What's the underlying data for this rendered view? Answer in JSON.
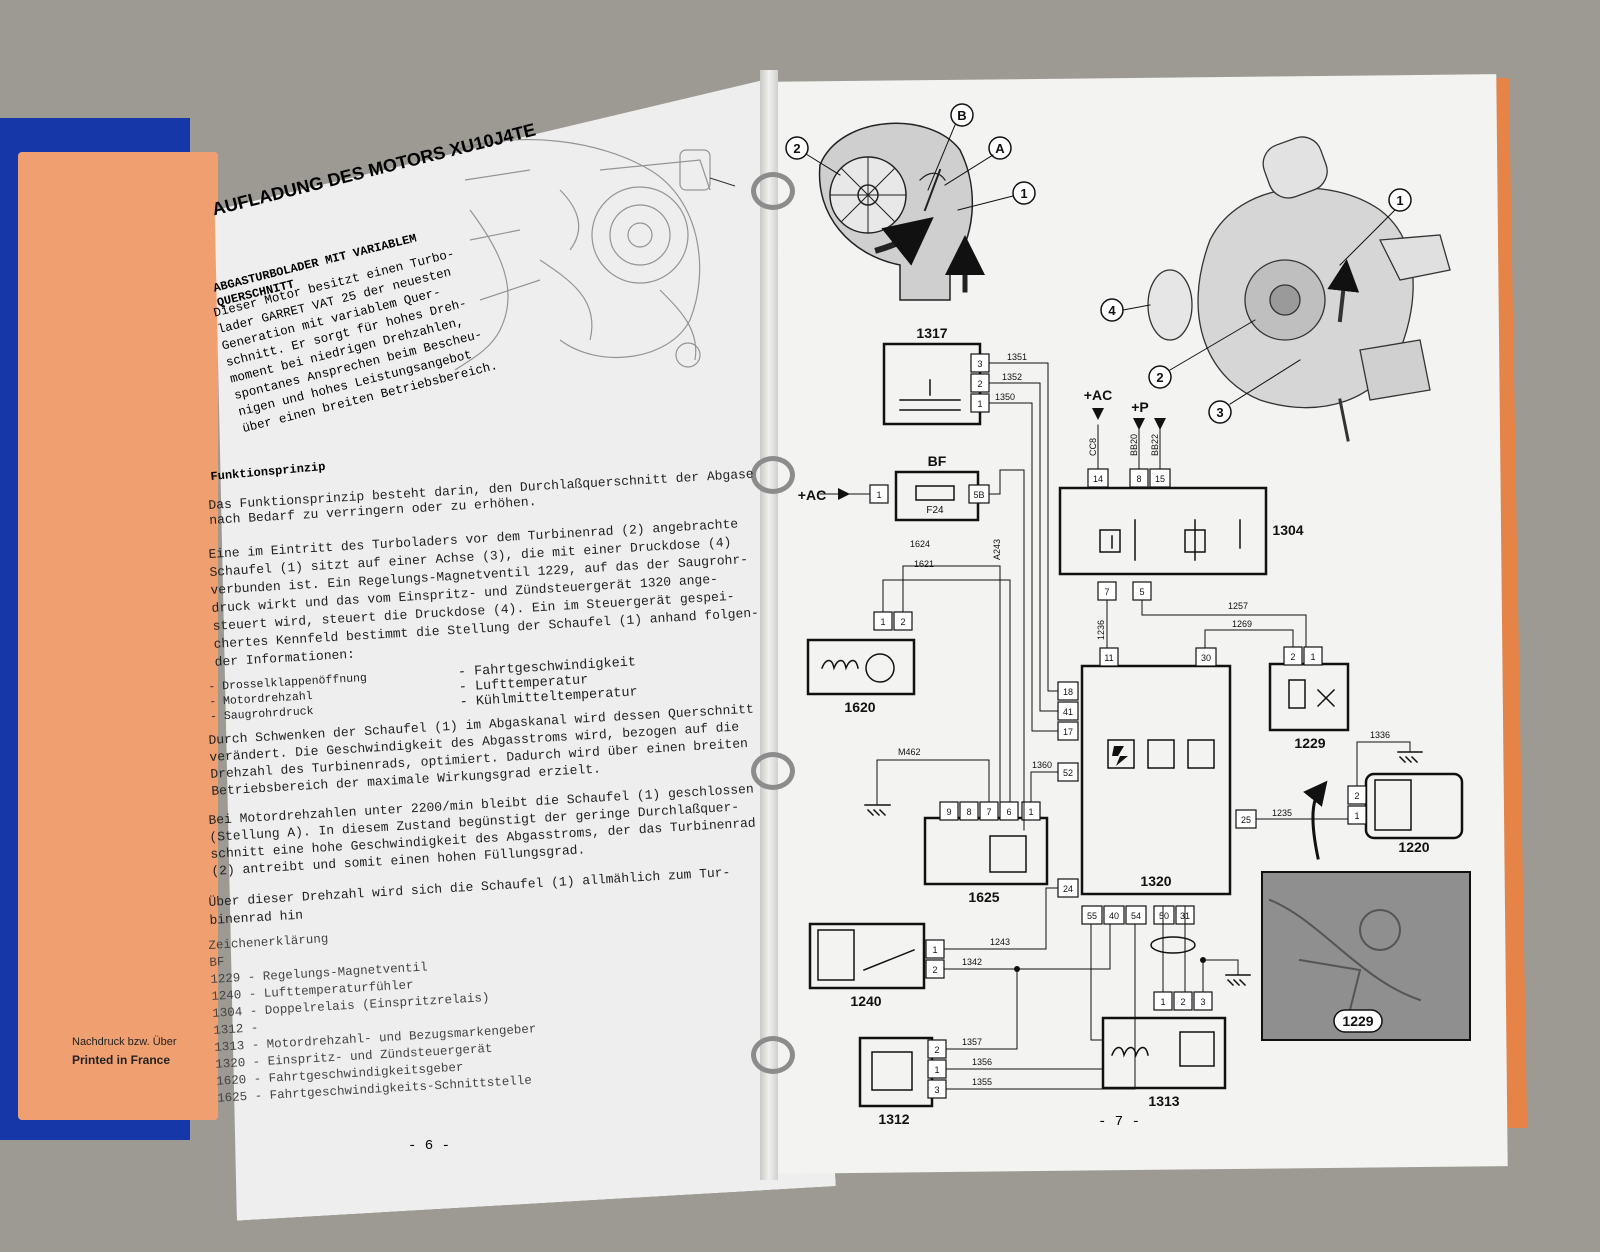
{
  "cover": {
    "line1": "Nachdruck bzw. Über",
    "line2": "Printed in France"
  },
  "left_page": {
    "title": "AUFLADUNG DES MOTORS XU10J4TE",
    "section1_heading": [
      "ABGASTURBOLADER MIT VARIABLEM",
      "QUERSCHNITT"
    ],
    "intro_lines": [
      "Dieser Motor besitzt einen Turbo-",
      "lader GARRET VAT 25 der neuesten",
      "Generation mit variablem Quer-",
      "schnitt. Er sorgt für hohes Dreh-",
      "moment bei niedrigen Drehzahlen,",
      "spontanes Ansprechen beim Bescheu-",
      "nigen und hohes Leistungsangebot",
      "über einen breiten Betriebsbereich."
    ],
    "section2_heading": "Funktionsprinzip",
    "para1": [
      "Das Funktionsprinzip besteht darin, den Durchlaßquerschnitt der Abgase",
      "nach Bedarf zu verringern oder zu erhöhen."
    ],
    "para2": [
      "Eine im Eintritt des Turboladers vor dem Turbinenrad (2) angebrachte",
      "Schaufel (1) sitzt auf einer Achse (3), die mit einer Druckdose (4)",
      "verbunden ist. Ein Regelungs-Magnetventil 1229, auf das der Saugrohr-",
      "druck wirkt und das vom Einspritz- und Zündsteuergerät 1320 ange-",
      "steuert wird, steuert die Druckdose (4). Ein im Steuergerät gespei-",
      "chertes Kennfeld bestimmt die Stellung der Schaufel (1) anhand folgen-",
      "der Informationen:"
    ],
    "params_left": [
      "- Drosselklappenöffnung",
      "- Motordrehzahl",
      "- Saugrohrdruck"
    ],
    "params_right": [
      "- Fahrtgeschwindigkeit",
      "- Lufttemperatur",
      "- Kühlmitteltemperatur"
    ],
    "para3": [
      "Durch Schwenken der Schaufel (1) im Abgaskanal wird dessen Querschnitt",
      "verändert. Die Geschwindigkeit des Abgasstroms wird, bezogen auf die",
      "Drehzahl des Turbinenrads, optimiert. Dadurch wird über einen breiten",
      "Betriebsbereich der maximale Wirkungsgrad erzielt."
    ],
    "para4": [
      "Bei Motordrehzahlen unter 2200/min bleibt die Schaufel (1) geschlossen",
      "(Stellung A). In diesem Zustand begünstigt der geringe Durchlaßquer-",
      "schnitt eine hohe Geschwindigkeit des Abgasstroms, der das Turbinenrad",
      "(2) antreibt und somit einen hohen Füllungsgrad."
    ],
    "para5": [
      "Über dieser Drehzahl wird sich die Schaufel (1) allmählich zum Tur-",
      "binenrad hin"
    ],
    "legend_heading": "Zeichenerklärung",
    "legend": [
      "BF",
      "1229 - Regelungs-Magnetventil",
      "1240 - Lufttemperaturfühler",
      "1304 - Doppelrelais (Einspritzrelais)",
      "1312 - ",
      "1313 - Motordrehzahl- und Bezugsmarkengeber",
      "1320 - Einspritz- und Zündsteuergerät",
      "1620 - Fahrtgeschwindigkeitsgeber",
      "1625 - Fahrtgeschwindigkeits-Schnittstelle"
    ],
    "page_number": "- 6 -"
  },
  "right_page": {
    "page_number": "- 7 -",
    "turbo_labels": [
      "2",
      "B",
      "A",
      "1"
    ],
    "iso_labels": [
      "1",
      "4",
      "2",
      "3"
    ],
    "components": {
      "c1317": "1317",
      "bf": "BF",
      "fuse": "F24",
      "c1304": "1304",
      "c1620": "1620",
      "c1229": "1229",
      "c1320": "1320",
      "c1625": "1625",
      "c1220": "1220",
      "c1240": "1240",
      "c1312": "1312",
      "c1313": "1313",
      "photo_label": "1229"
    },
    "supplies": {
      "ac1": "+AC",
      "ac2": "+AC",
      "p": "+P"
    },
    "wires": {
      "w1351": "1351",
      "w1352": "1352",
      "w1350": "1350",
      "wA243": "A243",
      "w1624": "1624",
      "w1621": "1621",
      "w1236": "1236",
      "w1257": "1257",
      "w1269": "1269",
      "w1360": "1360",
      "wM462": "M462",
      "w1336": "1336",
      "w1235": "1235",
      "w1243": "1243",
      "w1342": "1342",
      "w1357": "1357",
      "w1356": "1356",
      "w1355": "1355",
      "wCC8": "CC8",
      "wBB20": "BB20",
      "wBB22": "BB22"
    },
    "pins": {
      "p1317": [
        "3",
        "2",
        "1"
      ],
      "bf_in": "1",
      "bf_out": "5B",
      "p1304_top": [
        "14",
        "8",
        "15"
      ],
      "p1304_bot": [
        "7",
        "5"
      ],
      "p1620": [
        "1",
        "2"
      ],
      "p1229": [
        "2",
        "1"
      ],
      "p1320_left": [
        "18",
        "41",
        "17",
        "52",
        "24"
      ],
      "p1320_top_a": "11",
      "p1320_top_b": "30",
      "p1320_right": "25",
      "p1320_bottom": [
        "55",
        "40",
        "54",
        "50",
        "31"
      ],
      "p1625": [
        "9",
        "8",
        "7",
        "6",
        "1"
      ],
      "p1220": [
        "2",
        "1"
      ],
      "p1240": [
        "1",
        "2"
      ],
      "p1312": [
        "2",
        "1",
        "3"
      ],
      "p1313": [
        "1",
        "2",
        "3"
      ]
    }
  }
}
